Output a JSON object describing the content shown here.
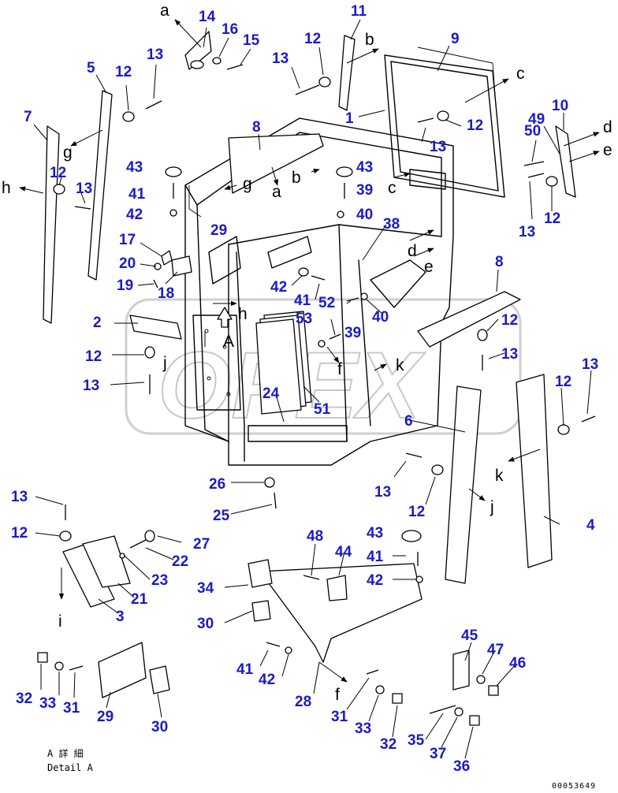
{
  "callouts": [
    {
      "id": "c14",
      "t": "14"
    },
    {
      "id": "c16",
      "t": "16"
    },
    {
      "id": "c15",
      "t": "15"
    },
    {
      "id": "c11",
      "t": "11"
    },
    {
      "id": "c12a",
      "t": "12"
    },
    {
      "id": "c13a",
      "t": "13"
    },
    {
      "id": "c9",
      "t": "9"
    },
    {
      "id": "c5",
      "t": "5"
    },
    {
      "id": "c12b",
      "t": "12"
    },
    {
      "id": "c13b",
      "t": "13"
    },
    {
      "id": "c7",
      "t": "7"
    },
    {
      "id": "c1",
      "t": "1"
    },
    {
      "id": "c12c",
      "t": "12"
    },
    {
      "id": "c13c",
      "t": "13"
    },
    {
      "id": "c50",
      "t": "50"
    },
    {
      "id": "c49",
      "t": "49"
    },
    {
      "id": "c10",
      "t": "10"
    },
    {
      "id": "c8a",
      "t": "8"
    },
    {
      "id": "c43a",
      "t": "43"
    },
    {
      "id": "c43b",
      "t": "43"
    },
    {
      "id": "c12d",
      "t": "12"
    },
    {
      "id": "c13d",
      "t": "13"
    },
    {
      "id": "c41a",
      "t": "41"
    },
    {
      "id": "c39a",
      "t": "39"
    },
    {
      "id": "c13e",
      "t": "13"
    },
    {
      "id": "c12e",
      "t": "12"
    },
    {
      "id": "c42a",
      "t": "42"
    },
    {
      "id": "c40a",
      "t": "40"
    },
    {
      "id": "c29a",
      "t": "29"
    },
    {
      "id": "c38",
      "t": "38"
    },
    {
      "id": "c17",
      "t": "17"
    },
    {
      "id": "c20",
      "t": "20"
    },
    {
      "id": "c19",
      "t": "19"
    },
    {
      "id": "c18",
      "t": "18"
    },
    {
      "id": "c42b",
      "t": "42"
    },
    {
      "id": "c41b",
      "t": "41"
    },
    {
      "id": "c52",
      "t": "52"
    },
    {
      "id": "c8b",
      "t": "8"
    },
    {
      "id": "c2",
      "t": "2"
    },
    {
      "id": "c53",
      "t": "53"
    },
    {
      "id": "c39b",
      "t": "39"
    },
    {
      "id": "c40b",
      "t": "40"
    },
    {
      "id": "c12f",
      "t": "12"
    },
    {
      "id": "c12g",
      "t": "12"
    },
    {
      "id": "c13f",
      "t": "13"
    },
    {
      "id": "c13g",
      "t": "13"
    },
    {
      "id": "c24",
      "t": "24"
    },
    {
      "id": "c51",
      "t": "51"
    },
    {
      "id": "c6",
      "t": "6"
    },
    {
      "id": "c12h",
      "t": "12"
    },
    {
      "id": "c13h",
      "t": "13"
    },
    {
      "id": "c26",
      "t": "26"
    },
    {
      "id": "c25",
      "t": "25"
    },
    {
      "id": "c13i",
      "t": "13"
    },
    {
      "id": "c12i",
      "t": "12"
    },
    {
      "id": "c4",
      "t": "4"
    },
    {
      "id": "c13j",
      "t": "13"
    },
    {
      "id": "c12j",
      "t": "12"
    },
    {
      "id": "c27",
      "t": "27"
    },
    {
      "id": "c22",
      "t": "22"
    },
    {
      "id": "c23",
      "t": "23"
    },
    {
      "id": "c21",
      "t": "21"
    },
    {
      "id": "c3",
      "t": "3"
    },
    {
      "id": "c48",
      "t": "48"
    },
    {
      "id": "c44",
      "t": "44"
    },
    {
      "id": "c43c",
      "t": "43"
    },
    {
      "id": "c41c",
      "t": "41"
    },
    {
      "id": "c42c",
      "t": "42"
    },
    {
      "id": "c34",
      "t": "34"
    },
    {
      "id": "c30a",
      "t": "30"
    },
    {
      "id": "c45",
      "t": "45"
    },
    {
      "id": "c47",
      "t": "47"
    },
    {
      "id": "c46",
      "t": "46"
    },
    {
      "id": "c41d",
      "t": "41"
    },
    {
      "id": "c42d",
      "t": "42"
    },
    {
      "id": "c28",
      "t": "28"
    },
    {
      "id": "c31a",
      "t": "31"
    },
    {
      "id": "c33a",
      "t": "33"
    },
    {
      "id": "c32a",
      "t": "32"
    },
    {
      "id": "c35",
      "t": "35"
    },
    {
      "id": "c37",
      "t": "37"
    },
    {
      "id": "c36",
      "t": "36"
    },
    {
      "id": "c32b",
      "t": "32"
    },
    {
      "id": "c33b",
      "t": "33"
    },
    {
      "id": "c31b",
      "t": "31"
    },
    {
      "id": "c29b",
      "t": "29"
    },
    {
      "id": "c30b",
      "t": "30"
    }
  ],
  "refs": [
    {
      "id": "ra1",
      "t": "a"
    },
    {
      "id": "rb1",
      "t": "b"
    },
    {
      "id": "rc1",
      "t": "c"
    },
    {
      "id": "rd1",
      "t": "d"
    },
    {
      "id": "re1",
      "t": "e"
    },
    {
      "id": "rg1",
      "t": "g"
    },
    {
      "id": "rh1",
      "t": "h"
    },
    {
      "id": "ra2",
      "t": "a"
    },
    {
      "id": "rb2",
      "t": "b"
    },
    {
      "id": "rc2",
      "t": "c"
    },
    {
      "id": "rg2",
      "t": "g"
    },
    {
      "id": "rd2",
      "t": "d"
    },
    {
      "id": "re2",
      "t": "e"
    },
    {
      "id": "rh2",
      "t": "h"
    },
    {
      "id": "rA",
      "t": "A"
    },
    {
      "id": "rf1",
      "t": "f"
    },
    {
      "id": "rk1",
      "t": "k"
    },
    {
      "id": "rk2",
      "t": "k"
    },
    {
      "id": "rj1",
      "t": "j"
    },
    {
      "id": "ri1",
      "t": "i"
    },
    {
      "id": "rj2",
      "t": "j"
    },
    {
      "id": "rf2",
      "t": "f"
    }
  ],
  "caption_ja": "A 詳 細",
  "caption_en": "Detail A",
  "drawing_code": "00053649",
  "watermark": "OPEX"
}
